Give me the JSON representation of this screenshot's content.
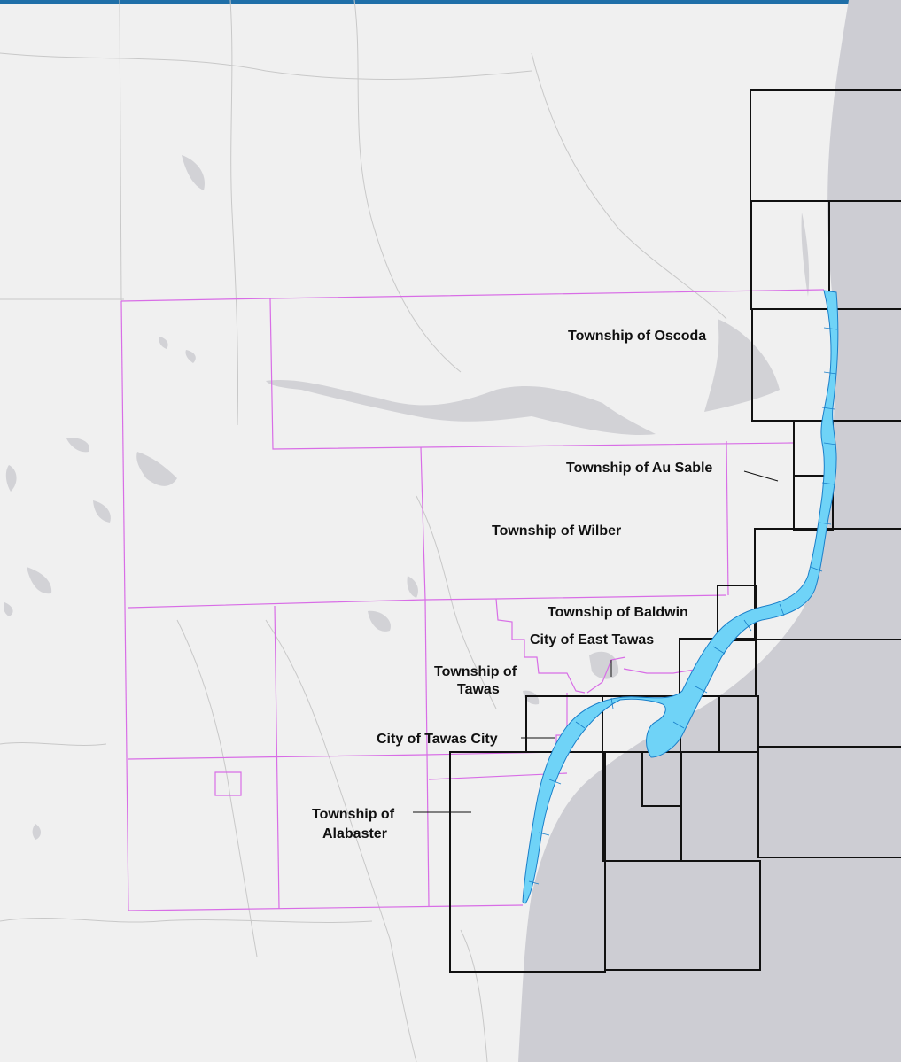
{
  "map": {
    "colors": {
      "land": "#f0f0f0",
      "water": "#cdcdd3",
      "inland_water": "#d2d2d6",
      "township_boundary": "#d86de6",
      "panel_grid": "#111111",
      "coastal_zone_fill": "#6fd3f7",
      "coastal_zone_stroke": "#1a7fc9",
      "top_bar": "#1f6fa8",
      "rivers": "#c8c8c8"
    },
    "labels": {
      "oscoda": "Township of Oscoda",
      "au_sable": "Township of Au Sable",
      "wilber": "Township of Wilber",
      "baldwin": "Township of Baldwin",
      "east_tawas": "City of East Tawas",
      "tawas_line1": "Township of",
      "tawas_line2": "Tawas",
      "tawas_city": "City of Tawas City",
      "alabaster_line1": "Township of",
      "alabaster_line2": "Alabaster"
    }
  }
}
